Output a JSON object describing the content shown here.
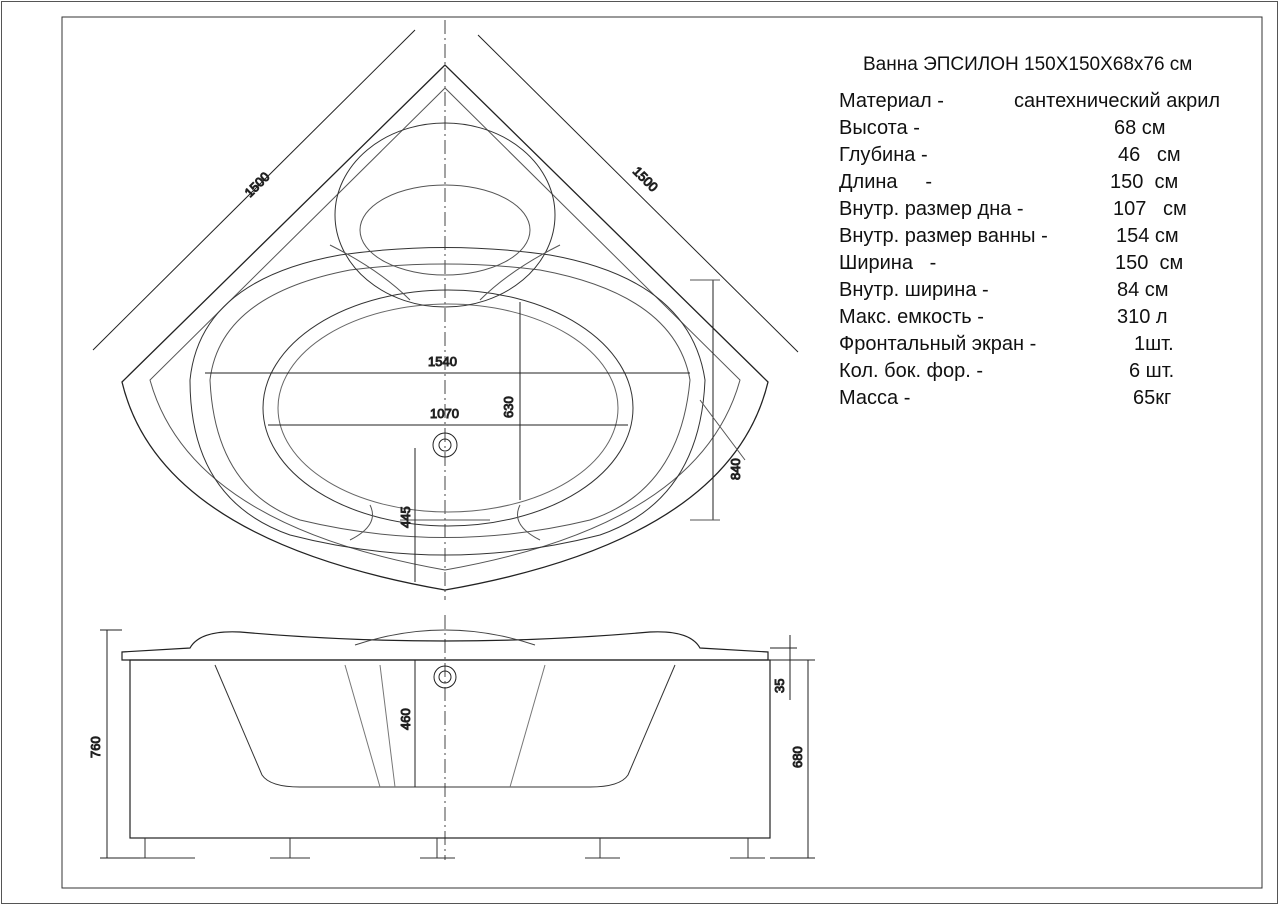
{
  "title": "Ванна ЭПСИЛОН 150X150X68x76 см",
  "specs": [
    {
      "label": "Материал -",
      "value": "сантехнический акрил"
    },
    {
      "label": "Высота   -",
      "value": "68 см"
    },
    {
      "label": "Глубина   -",
      "value": "46   см"
    },
    {
      "label": "Длина     -",
      "value": "150  см"
    },
    {
      "label": "Внутр. размер дна -",
      "value": "107   см"
    },
    {
      "label": "Внутр. размер ванны -",
      "value": "154 см"
    },
    {
      "label": "Ширина   -",
      "value": "150  см"
    },
    {
      "label": "Внутр. ширина -",
      "value": "84 см"
    },
    {
      "label": "Макс. емкость -",
      "value": "310 л"
    },
    {
      "label": "Фронтальный экран -",
      "value": "1шт."
    },
    {
      "label": "Кол. бок. фор. -",
      "value": "6 шт."
    },
    {
      "label": "Масса -",
      "value": "65кг"
    }
  ],
  "dimensions": {
    "side_left": "1500",
    "side_right": "1500",
    "inner_length": "1540",
    "bottom_length": "1070",
    "inner_width": "630",
    "width_840": "840",
    "drain_offset": "445",
    "total_height": "760",
    "panel_height": "680",
    "rim_thickness": "35",
    "depth": "460"
  }
}
